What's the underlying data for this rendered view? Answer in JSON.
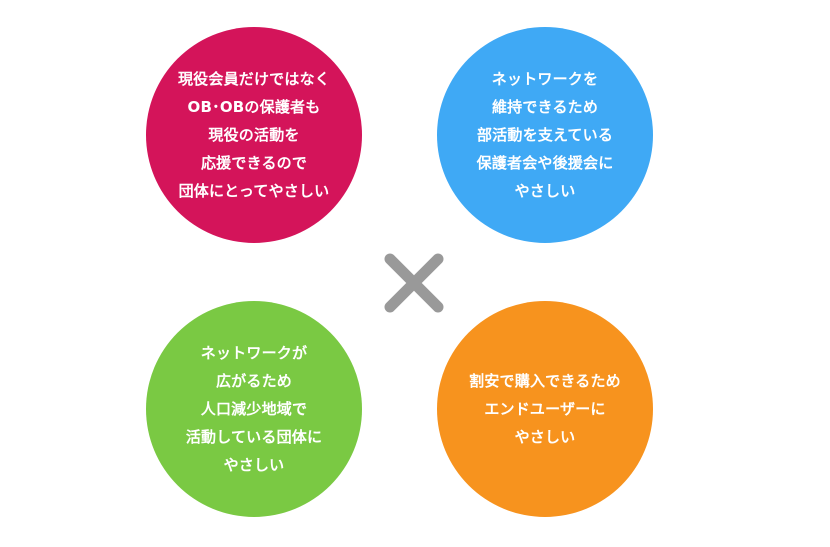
{
  "circles": {
    "top_left": {
      "text": "現役会員だけではなく\nOB･OBの保護者も\n現役の活動を\n応援できるので\n団体にとってやさしい",
      "color": "#d4145a"
    },
    "top_right": {
      "text": "ネットワークを\n維持できるため\n部活動を支えている\n保護者会や後援会に\nやさしい",
      "color": "#3fa9f5"
    },
    "bottom_left": {
      "text": "ネットワークが\n広がるため\n人口減少地域で\n活動している団体に\nやさしい",
      "color": "#7ac943"
    },
    "bottom_right": {
      "text": "割安で購入できるため\nエンドユーザーに\nやさしい",
      "color": "#f7931e"
    }
  },
  "cross": {
    "icon": "cross-icon",
    "color": "#999999"
  }
}
